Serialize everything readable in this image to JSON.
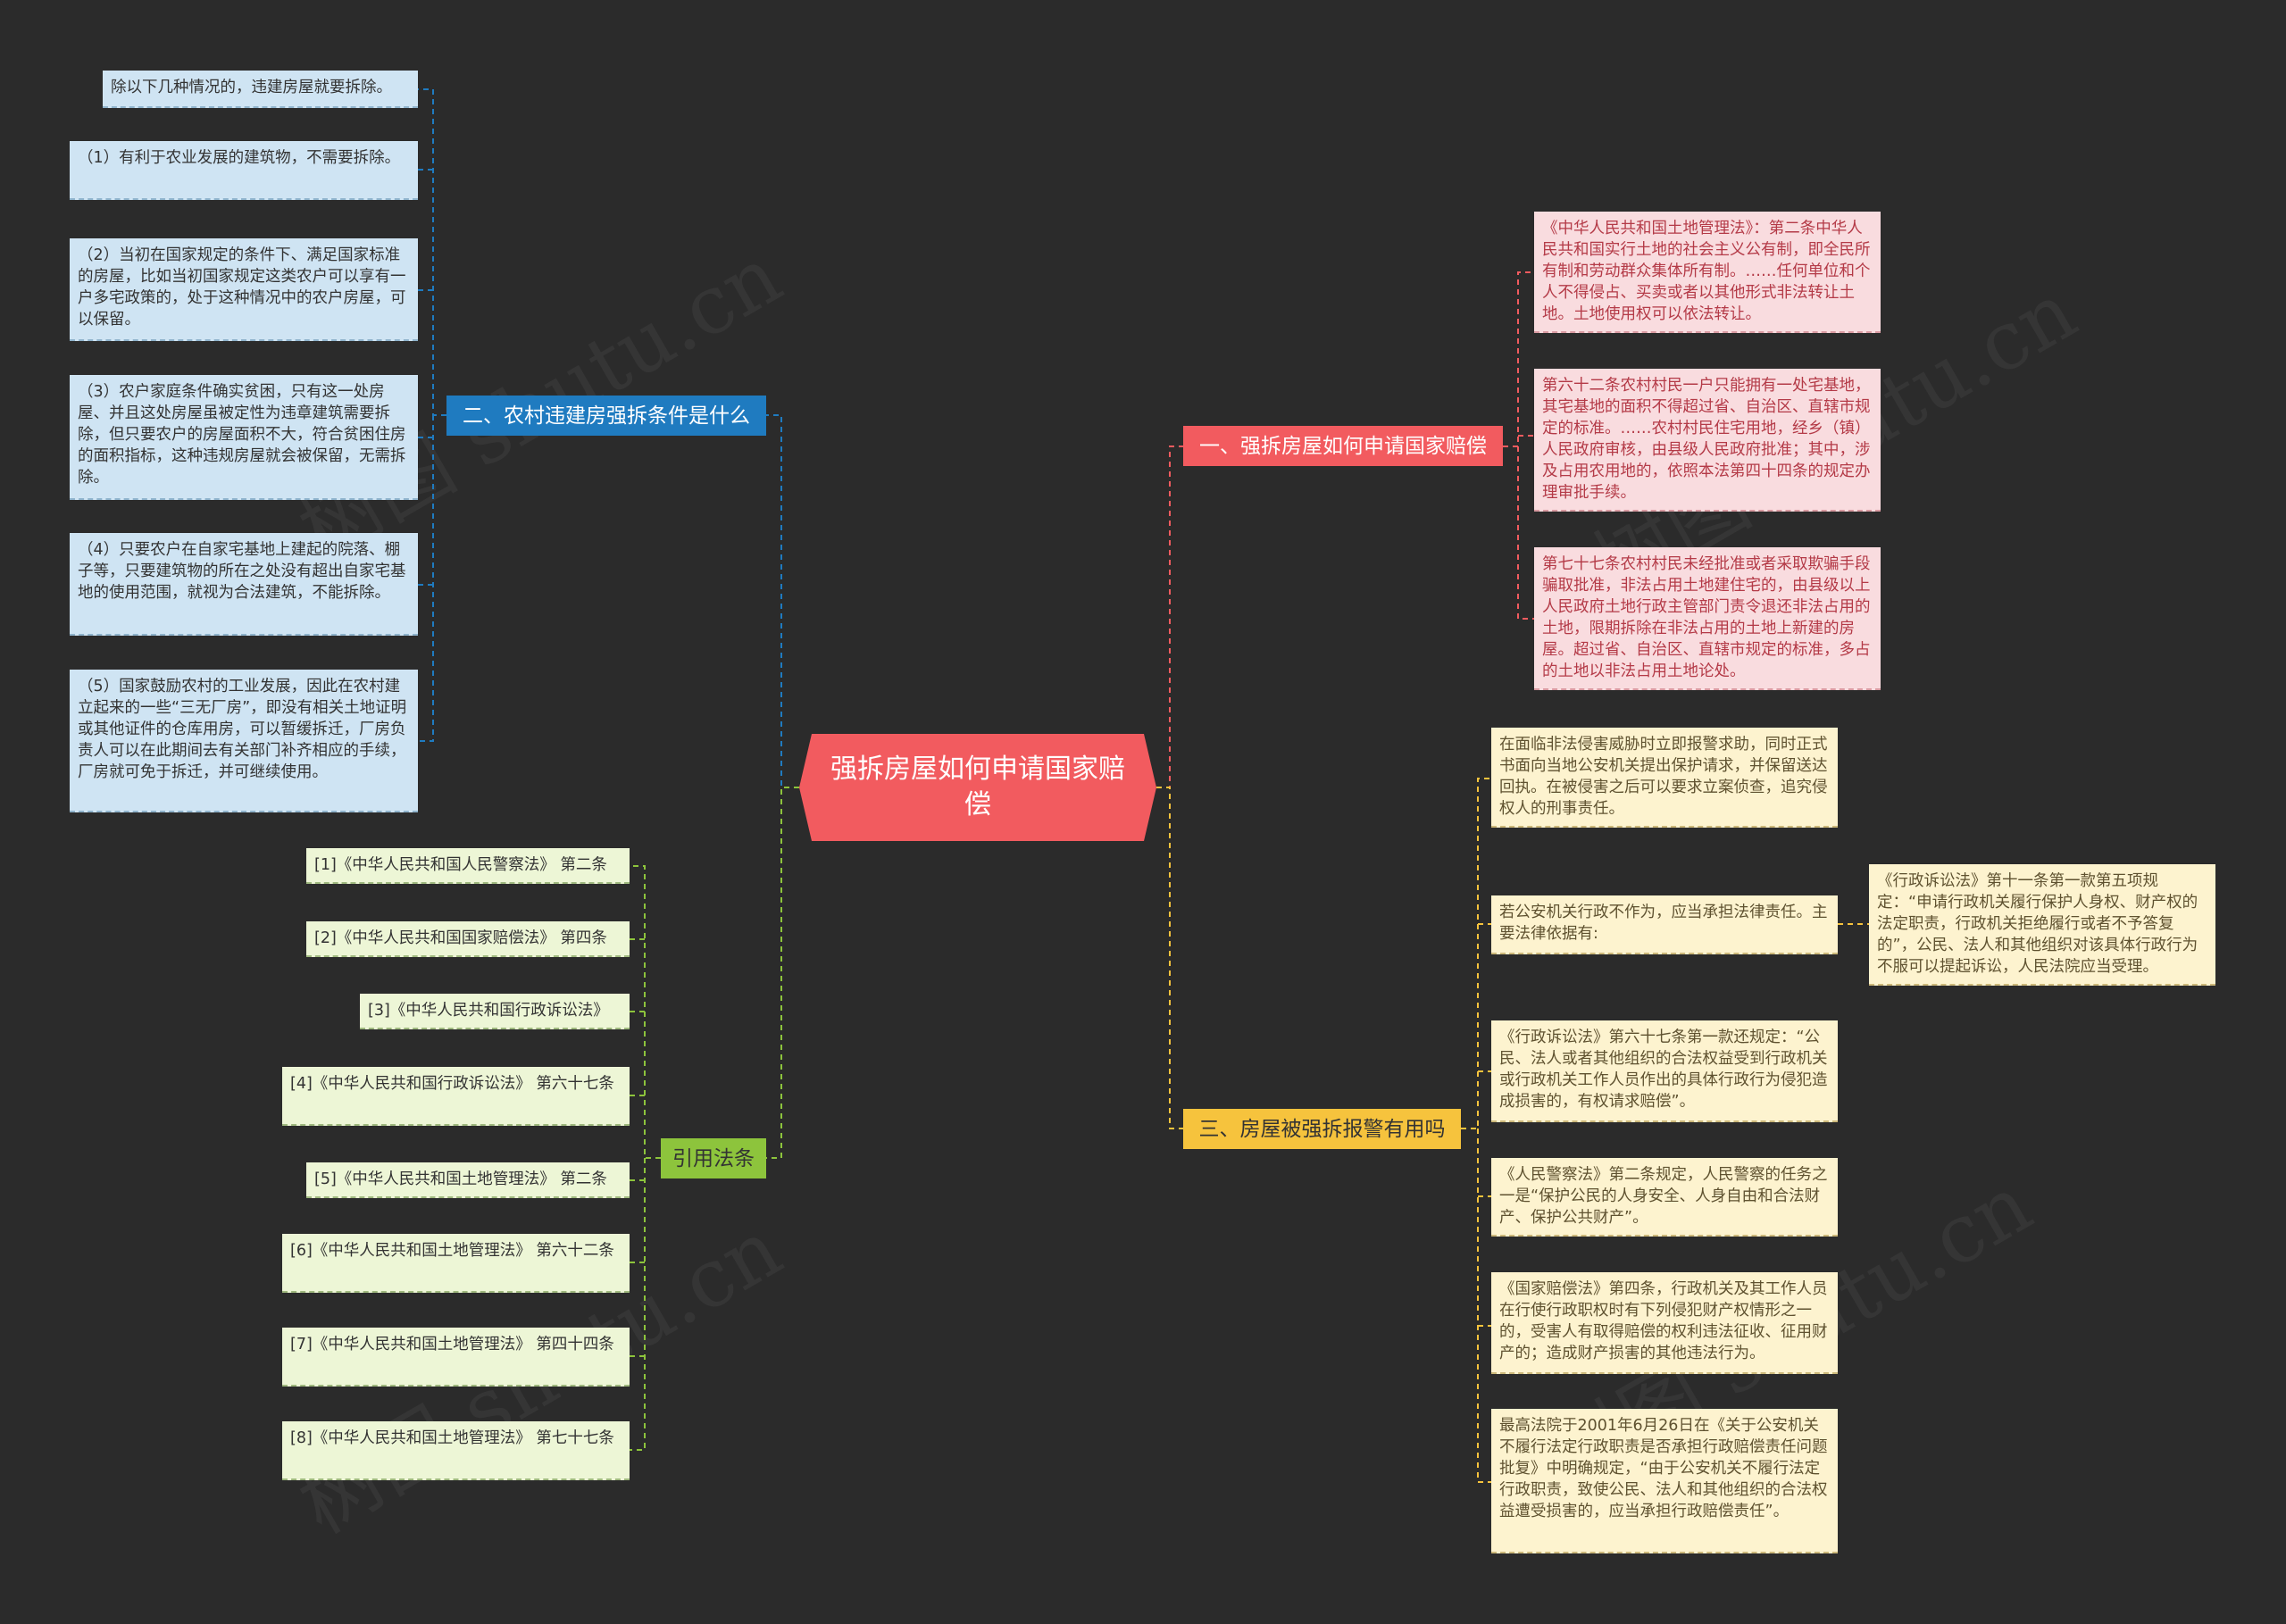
{
  "center": {
    "title": "强拆房屋如何申请国家赔偿"
  },
  "colors": {
    "blue": "#1f7bc0",
    "red": "#f25b5f",
    "yellow": "#f6c33d",
    "green": "#8dc43c"
  },
  "left_top_branch": {
    "label": "二、农村违建房强拆条件是什么",
    "items": [
      "除以下几种情况的，违建房屋就要拆除。",
      "（1）有利于农业发展的建筑物，不需要拆除。",
      "（2）当初在国家规定的条件下、满足国家标准的房屋，比如当初国家规定这类农户可以享有一户多宅政策的，处于这种情况中的农户房屋，可以保留。",
      "（3）农户家庭条件确实贫困，只有这一处房屋、并且这处房屋虽被定性为违章建筑需要拆除，但只要农户的房屋面积不大，符合贫困住房的面积指标，这种违规房屋就会被保留，无需拆除。",
      "（4）只要农户在自家宅基地上建起的院落、棚子等，只要建筑物的所在之处没有超出自家宅基地的使用范围，就视为合法建筑，不能拆除。",
      "（5）国家鼓励农村的工业发展，因此在农村建立起来的一些“三无厂房”，即没有相关土地证明或其他证件的仓库用房，可以暂缓拆迁，厂房负责人可以在此期间去有关部门补齐相应的手续，厂房就可免于拆迁，并可继续使用。"
    ]
  },
  "left_bottom_branch": {
    "label": "引用法条",
    "items": [
      "[1]《中华人民共和国人民警察法》 第二条",
      "[2]《中华人民共和国国家赔偿法》 第四条",
      "[3]《中华人民共和国行政诉讼法》",
      "[4]《中华人民共和国行政诉讼法》 第六十七条",
      "[5]《中华人民共和国土地管理法》 第二条",
      "[6]《中华人民共和国土地管理法》 第六十二条",
      "[7]《中华人民共和国土地管理法》 第四十四条",
      "[8]《中华人民共和国土地管理法》 第七十七条"
    ]
  },
  "right_top_branch": {
    "label": "一、强拆房屋如何申请国家赔偿",
    "items": [
      "《中华人民共和国土地管理法》：第二条中华人民共和国实行土地的社会主义公有制，即全民所有制和劳动群众集体所有制。……任何单位和个人不得侵占、买卖或者以其他形式非法转让土地。土地使用权可以依法转让。",
      "第六十二条农村村民一户只能拥有一处宅基地，其宅基地的面积不得超过省、自治区、直辖市规定的标准。……农村村民住宅用地，经乡（镇）人民政府审核，由县级人民政府批准；其中，涉及占用农用地的，依照本法第四十四条的规定办理审批手续。",
      "第七十七条农村村民未经批准或者采取欺骗手段骗取批准，非法占用土地建住宅的，由县级以上人民政府土地行政主管部门责令退还非法占用的土地，限期拆除在非法占用的土地上新建的房屋。超过省、自治区、直辖市规定的标准，多占的土地以非法占用土地论处。"
    ]
  },
  "right_bottom_branch": {
    "label": "三、房屋被强拆报警有用吗",
    "items": [
      "在面临非法侵害威胁时立即报警求助，同时正式书面向当地公安机关提出保护请求，并保留送达回执。在被侵害之后可以要求立案侦查，追究侵权人的刑事责任。",
      "若公安机关行政不作为，应当承担法律责任。主要法律依据有:",
      "《行政诉讼法》第六十七条第一款还规定：“公民、法人或者其他组织的合法权益受到行政机关或行政机关工作人员作出的具体行政行为侵犯造成损害的，有权请求赔偿”。",
      "《人民警察法》第二条规定，人民警察的任务之一是“保护公民的人身安全、人身自由和合法财产、保护公共财产”。",
      "《国家赔偿法》第四条，行政机关及其工作人员在行使行政职权时有下列侵犯财产权情形之一的，受害人有取得赔偿的权利违法征收、征用财产的；造成财产损害的其他违法行为。",
      "最高法院于2001年6月26日在《关于公安机关不履行法定行政职责是否承担行政赔偿责任问题批复》中明确规定，“由于公安机关不履行法定行政职责，致使公民、法人和其他组织的合法权益遭受损害的，应当承担行政赔偿责任”。"
    ],
    "sub_item": "《行政诉讼法》第十一条第一款第五项规定：“申请行政机关履行保护人身权、财产权的法定职责，行政机关拒绝履行或者不予答复的”，公民、法人和其他组织对该具体行政行为不服可以提起诉讼，人民法院应当受理。"
  }
}
